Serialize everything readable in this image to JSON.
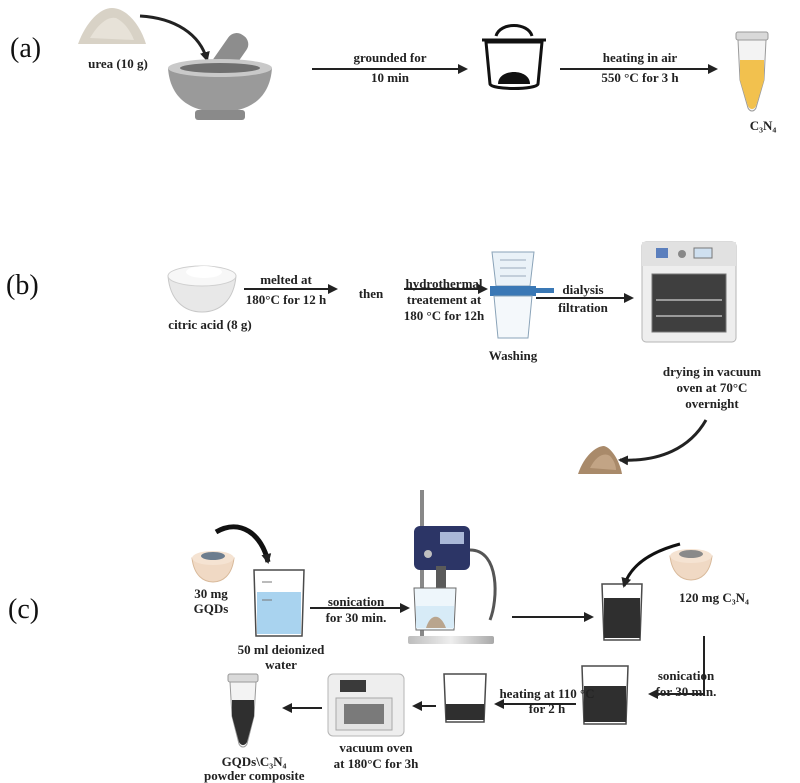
{
  "panels": {
    "a": "(a)",
    "b": "(b)",
    "c": "(c)"
  },
  "labels": {
    "a_urea": "urea (10 g)",
    "a_step1_line1": "grounded for",
    "a_step1_line2": "10 min",
    "a_step2_line1": "heating in air",
    "a_step2_line2": "550 °C for 3 h",
    "a_product": "C₃N₄",
    "b_citric": "citric acid (8 g)",
    "b_melt_line1": "melted at",
    "b_melt_line2": "180°C for 12 h",
    "b_then": "then",
    "b_hydro_line1": "hydrothermal",
    "b_hydro_line2": "treatement at",
    "b_hydro_line3": "180 °C for 12h",
    "b_washing": "Washing",
    "b_dialysis_line1": "dialysis",
    "b_dialysis_line2": "filtration",
    "b_dry_line1": "drying in vacuum",
    "b_dry_line2": "oven at 70°C",
    "b_dry_line3": "overnight",
    "c_gqd_line1": "30 mg",
    "c_gqd_line2": "GQDs",
    "c_water_line1": "50 ml deionized",
    "c_water_line2": "water",
    "c_son1_line1": "sonication",
    "c_son1_line2": "for 30 min.",
    "c_c3n4": "120 mg  C₃N₄",
    "c_son2_line1": "sonication",
    "c_son2_line2": "for 30 min.",
    "c_heat_line1": "heating at 110 °C",
    "c_heat_line2": "for 2 h",
    "c_oven_line1": "vacuum oven",
    "c_oven_line2": "at 180°C for 3h",
    "c_final_line1": "GQDs\\C₃N₄",
    "c_final_line2": "powder composite"
  },
  "colors": {
    "arrow": "#222222",
    "tube_fill": "#f2c14e",
    "water": "#a9d3ef",
    "dark_liquid": "#2f2f2f",
    "bowl": "#e6e6e6",
    "powder_brown": "#a98a6a",
    "device_navy": "#2c3566",
    "filter_blue": "#3a78b5"
  }
}
